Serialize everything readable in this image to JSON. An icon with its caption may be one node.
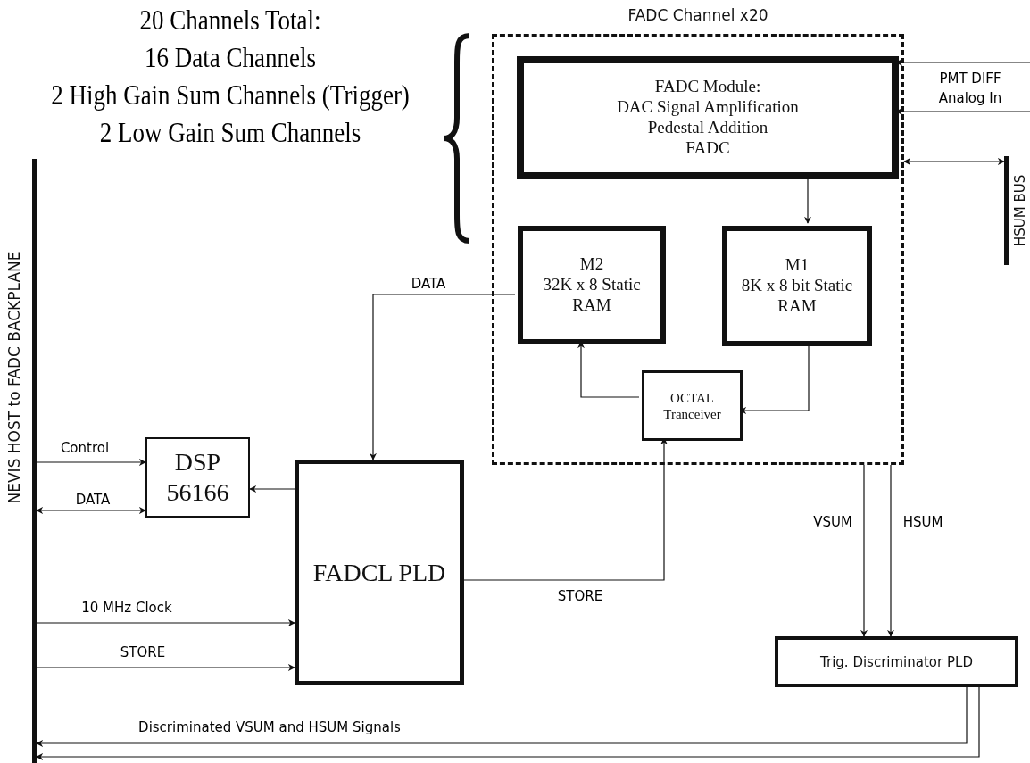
{
  "diagram": {
    "nodes": [
      {
        "text": [],
        "shape": "bar",
        "beside": [
          "NEVIS HOST to FADC  BACKPLANE"
        ]
      },
      {
        "text": [
          "FADC Channel x20"
        ]
      },
      {
        "text": [
          "FADC Module:",
          "DAC Signal Amplification",
          "Pedestal Addition",
          "FADC"
        ],
        "in": 1
      },
      {
        "text": [
          "M2",
          "32K x 8 Static RAM"
        ],
        "in": 1
      },
      {
        "text": [
          "M1",
          "8K x 8 bit Static RAM"
        ],
        "in": 1
      },
      {
        "text": [
          "OCTAL Tranceiver"
        ],
        "in": 1
      },
      {
        "text": [
          "DSP 56166"
        ]
      },
      {
        "text": [
          "FADCL PLD"
        ]
      },
      {
        "text": [
          "Trig. Discriminator PLD"
        ]
      },
      {
        "text": [],
        "shape": "bar",
        "beside": [
          "HSUM BUS"
        ]
      }
    ],
    "edges": [
      {
        "from": 2,
        "to": 4,
        "arrow": "to"
      },
      {
        "from": 4,
        "to": 5,
        "arrow": "to"
      },
      {
        "from": 5,
        "to": 3,
        "arrow": "to"
      },
      {
        "from": 3,
        "to": 7,
        "arrow": "to",
        "label": "DATA"
      },
      {
        "from": 7,
        "to": 5,
        "arrow": "to",
        "label": "STORE"
      },
      {
        "from": 7,
        "to": 6,
        "arrow": "to"
      },
      {
        "from": 0,
        "to": 6,
        "arrow": "to",
        "label": "Control"
      },
      {
        "from": 0,
        "to": 6,
        "arrow": "both",
        "label": "DATA"
      },
      {
        "from": 0,
        "to": 7,
        "arrow": "to",
        "label": "10 MHz Clock"
      },
      {
        "from": 0,
        "to": 7,
        "arrow": "to",
        "label": "STORE"
      },
      {
        "from": 1,
        "to": 8,
        "arrow": "to",
        "label": "VSUM"
      },
      {
        "from": 1,
        "to": 8,
        "arrow": "to",
        "label": "HSUM"
      },
      {
        "from": 8,
        "to": 0,
        "arrow": "to",
        "label": "Discriminated VSUM and HSUM Signals"
      },
      {
        "from": 8,
        "to": 0,
        "arrow": "to"
      },
      {
        "from": null,
        "to": 2,
        "arrow": "to"
      },
      {
        "from": null,
        "to": 2,
        "arrow": "to"
      },
      {
        "from": 1,
        "to": 9,
        "arrow": "both"
      }
    ],
    "labels": [
      "20 Channels Total:",
      "16 Data Channels",
      "2 High Gain Sum Channels (Trigger)",
      "2 Low Gain Sum Channels",
      "PMT DIFF Analog In"
    ]
  }
}
